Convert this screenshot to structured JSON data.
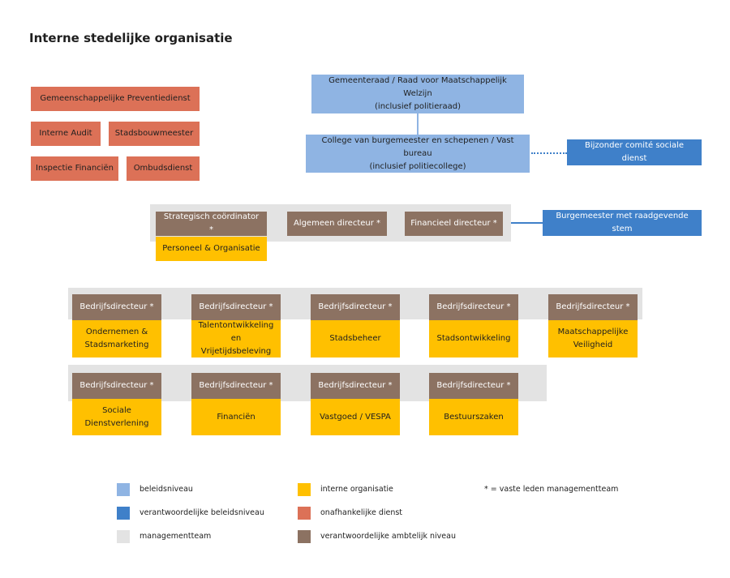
{
  "title": "Interne stedelijke organisatie",
  "independent": {
    "preventiedienst": "Gemeenschappelijke Preventiedienst",
    "audit": "Interne Audit",
    "stadsbouwmeester": "Stadsbouwmeester",
    "inspectie": "Inspectie Financiën",
    "ombudsdienst": "Ombudsdienst"
  },
  "policy": {
    "gemeenteraad_line1": "Gemeenteraad / Raad voor Maatschappelijk Welzijn",
    "gemeenteraad_line2": "(inclusief politieraad)",
    "college_line1": "College van burgemeester en schepenen / Vast bureau",
    "college_line2": "(inclusief politiecollege)",
    "comite": "Bijzonder comité sociale dienst",
    "burgemeester": "Burgemeester met raadgevende stem"
  },
  "management": {
    "strategisch": "Strategisch coördinator *",
    "algemeen": "Algemeen directeur *",
    "financieel": "Financieel directeur *",
    "personeel": "Personeel & Organisatie"
  },
  "row1": [
    {
      "director": "Bedrijfsdirecteur *",
      "line1": "Ondernemen &",
      "line2": "Stadsmarketing"
    },
    {
      "director": "Bedrijfsdirecteur *",
      "line1": "Talentontwikkeling en",
      "line2": "Vrijetijdsbeleving"
    },
    {
      "director": "Bedrijfsdirecteur *",
      "line1": "Stadsbeheer",
      "line2": ""
    },
    {
      "director": "Bedrijfsdirecteur *",
      "line1": "Stadsontwikkeling",
      "line2": ""
    },
    {
      "director": "Bedrijfsdirecteur *",
      "line1": "Maatschappelijke",
      "line2": "Veiligheid"
    }
  ],
  "row2": [
    {
      "director": "Bedrijfsdirecteur *",
      "line1": "Sociale Dienstverlening",
      "line2": ""
    },
    {
      "director": "Bedrijfsdirecteur *",
      "line1": "Financiën",
      "line2": ""
    },
    {
      "director": "Bedrijfsdirecteur *",
      "line1": "Vastgoed / VESPA",
      "line2": ""
    },
    {
      "director": "Bedrijfsdirecteur *",
      "line1": "Bestuurszaken",
      "line2": ""
    }
  ],
  "legend": {
    "beleidsniveau": "beleidsniveau",
    "verantwoordelijk_beleid": "verantwoordelijke beleidsniveau",
    "managementteam": "managementteam",
    "interne": "interne organisatie",
    "onafhankelijk": "onafhankelijke dienst",
    "ambtelijk": "verantwoordelijke ambtelijk niveau",
    "note": "* = vaste leden managementteam"
  },
  "colors": {
    "onafhankelijk": "#dc7157",
    "beleidsniveau": "#8fb4e3",
    "verantwoordelijk_beleid": "#3f80c9",
    "managementteam": "#e3e3e3",
    "interne": "#ffc000",
    "ambtelijk": "#8c7262"
  }
}
